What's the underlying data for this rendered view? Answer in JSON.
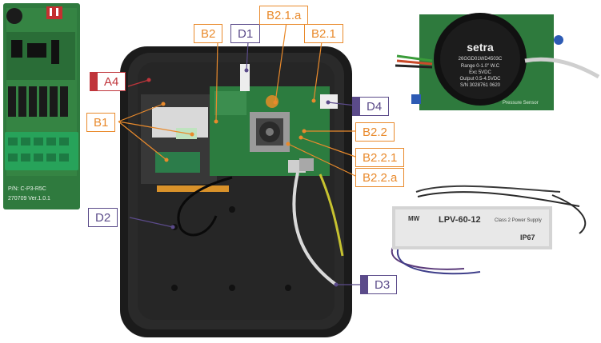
{
  "labels": {
    "a4": "A4",
    "b1": "B1",
    "b2": "B2",
    "b21a": "B2.1.a",
    "b21": "B2.1",
    "b22": "B2.2",
    "b221": "B2.2.1",
    "b22a": "B2.2.a",
    "d1": "D1",
    "d2": "D2",
    "d3": "D3",
    "d4": "D4"
  },
  "sensor": {
    "brand": "setra",
    "model": "26GGD01WD4503C",
    "range": "Range 0-1.0\" W.C",
    "excitation": "Exc 5VDC",
    "output": "Output 0.5-4.5VDC",
    "serial": "S/N 3028761 0620",
    "board_text": "Pressure Sensor"
  },
  "psu": {
    "brand": "MW",
    "model": "LPV-60-12",
    "desc": "Class 2 Power Supply",
    "rating": "IP67"
  },
  "io_board": {
    "part": "P/N: C-P3-R5C",
    "version": "270709 Ver.1.0.1"
  },
  "colors": {
    "orange": "#e98a2c",
    "red": "#c0353b",
    "purple": "#5b4b8a"
  }
}
